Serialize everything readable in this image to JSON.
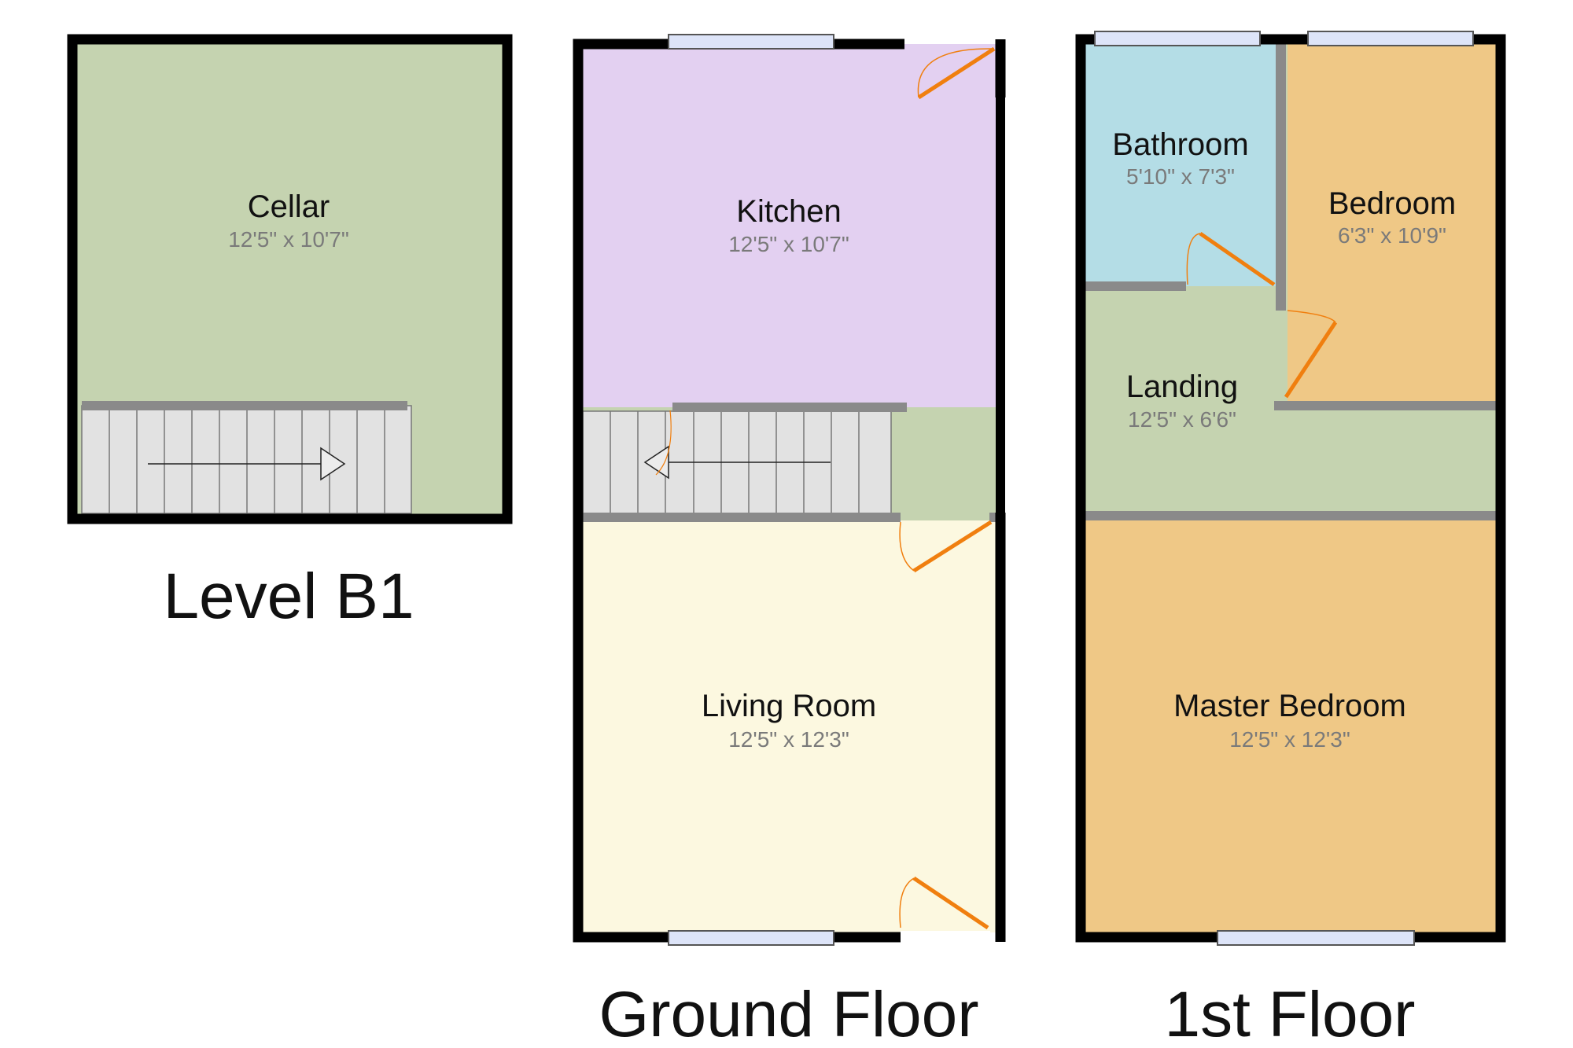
{
  "colors": {
    "cellar": "#c5d3b0",
    "kitchen": "#e3d0f1",
    "living": "#fcf8e0",
    "bathroom": "#b4dde6",
    "bedroom": "#efc886",
    "landing": "#c5d3b0",
    "wall": "#000000",
    "partition": "#8a8a8a",
    "door": "#f07f0f",
    "window": "#dde4f8",
    "stairs": "#e2e2e2"
  },
  "floors": {
    "level_b1": {
      "label": "Level B1",
      "rooms": {
        "cellar": {
          "name": "Cellar",
          "dims": "12'5\" x 10'7\""
        }
      }
    },
    "ground": {
      "label": "Ground Floor",
      "rooms": {
        "kitchen": {
          "name": "Kitchen",
          "dims": "12'5\" x 10'7\""
        },
        "living": {
          "name": "Living Room",
          "dims": "12'5\" x 12'3\""
        }
      }
    },
    "first": {
      "label": "1st Floor",
      "rooms": {
        "bathroom": {
          "name": "Bathroom",
          "dims": "5'10\" x 7'3\""
        },
        "bedroom": {
          "name": "Bedroom",
          "dims": "6'3\" x 10'9\""
        },
        "landing": {
          "name": "Landing",
          "dims": "12'5\" x 6'6\""
        },
        "master": {
          "name": "Master Bedroom",
          "dims": "12'5\" x 12'3\""
        }
      }
    }
  }
}
